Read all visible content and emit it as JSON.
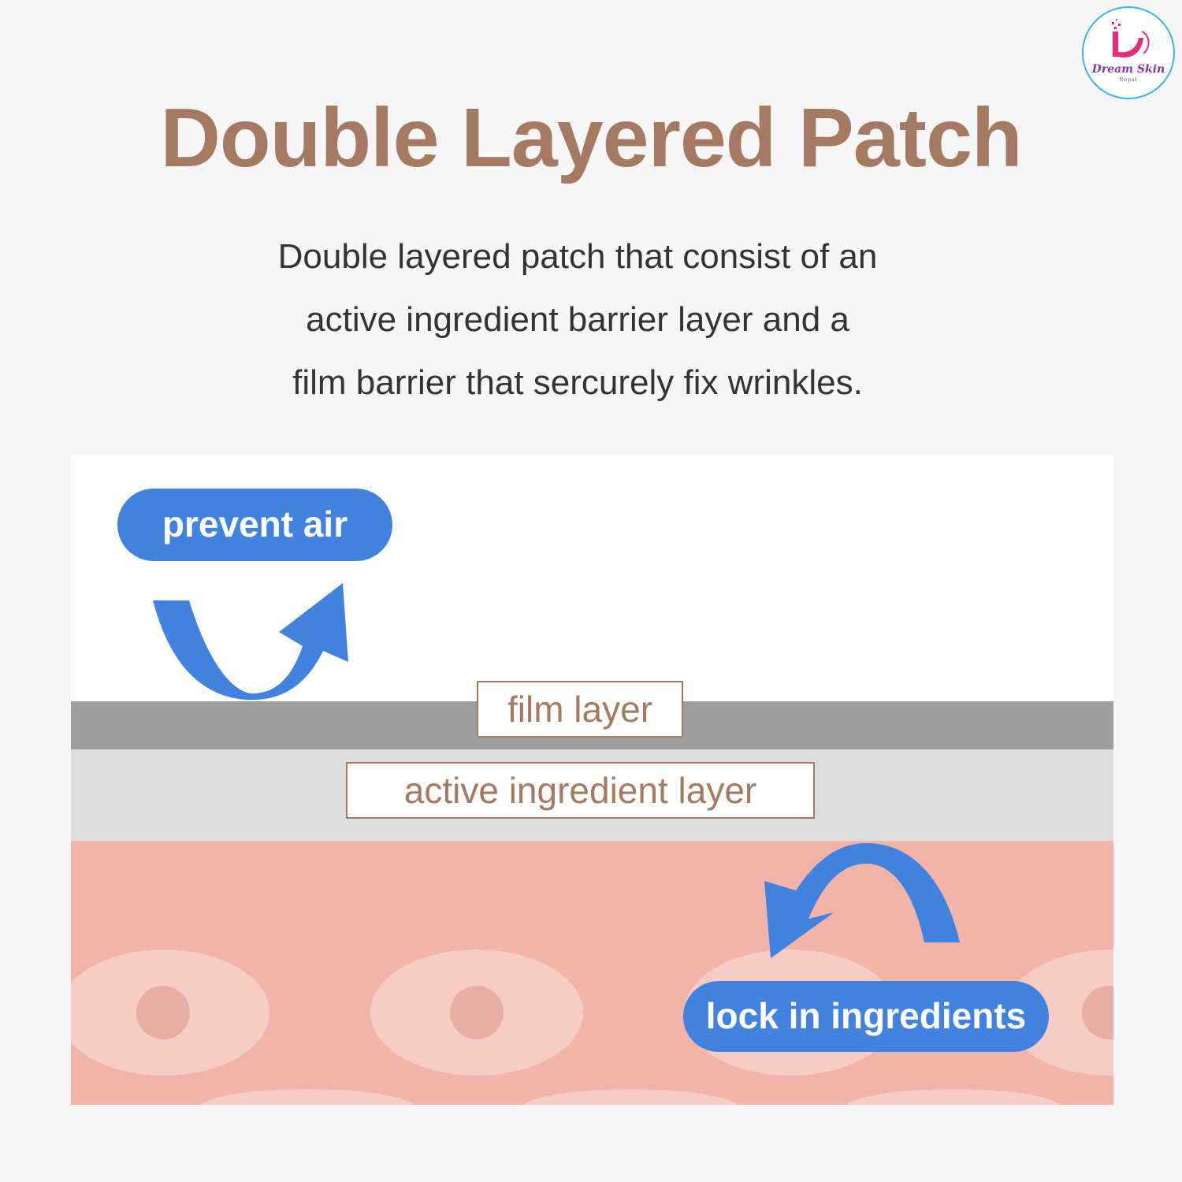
{
  "logo": {
    "name": "Dream Skin",
    "sub": "Nepal",
    "colors": {
      "ring": "#39b6e8",
      "mark": "#e8297e"
    }
  },
  "title": "Double Layered Patch",
  "description": {
    "lines": [
      "Double layered patch that consist of an",
      "active ingredient barrier layer and a",
      "film barrier that sercurely fix wrinkles."
    ]
  },
  "diagram": {
    "film_label": "film layer",
    "active_label": "active ingredient layer",
    "prevent_label": "prevent air",
    "lock_label": "lock in ingredients",
    "icons": [
      "u-turn-arrow-icon",
      "return-arrow-icon"
    ],
    "colors": {
      "film": "#9e9e9e",
      "active": "#dddddd",
      "skin": "#f2b4a8",
      "cell": "#f7ccc4",
      "nucleus": "#e8aea3",
      "accent": "#4182df",
      "label": "#a57a62"
    }
  }
}
